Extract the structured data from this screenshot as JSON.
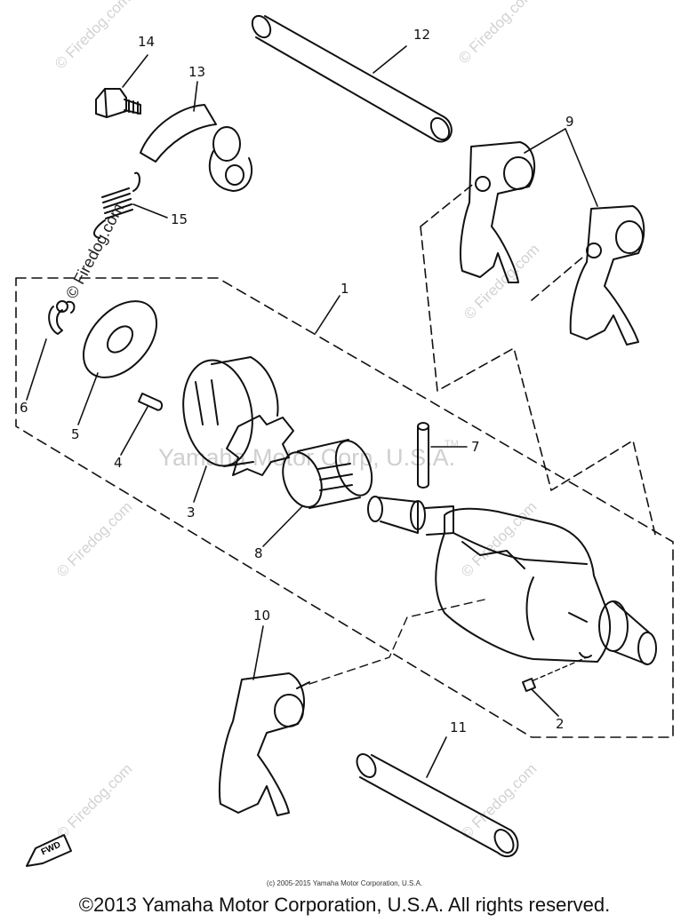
{
  "callouts": {
    "c1": "1",
    "c2": "2",
    "c3": "3",
    "c4": "4",
    "c5": "5",
    "c6": "6",
    "c7": "7",
    "c8": "8",
    "c9": "9",
    "c10": "10",
    "c11": "11",
    "c12": "12",
    "c13": "13",
    "c14": "14",
    "c15": "15"
  },
  "watermarks": {
    "site": "© Firedog.com",
    "center": "Yamaha Motor Corp, U.S.A.",
    "tm": "TM"
  },
  "fwd_label": "FWD",
  "copyright_small": "(c) 2005-2015 Yamaha Motor Corporation, U.S.A.",
  "copyright_main": "©2013 Yamaha Motor Corporation, U.S.A. All rights reserved.",
  "colors": {
    "line": "#111111",
    "watermark": "#d2d2d2",
    "background": "#ffffff"
  }
}
